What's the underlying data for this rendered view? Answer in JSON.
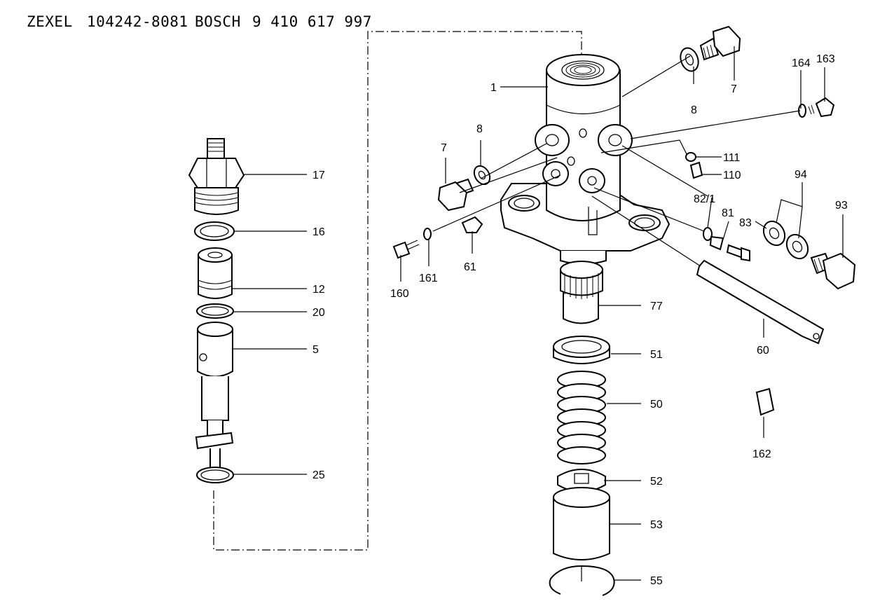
{
  "header": {
    "brand1": "ZEXEL",
    "part1": "104242-8081",
    "brand2": "BOSCH",
    "part2": "9 410 617 997"
  },
  "callouts": {
    "c1": "1",
    "c7a": "7",
    "c8a": "8",
    "c7b": "7",
    "c8b": "8",
    "c164": "164",
    "c163": "163",
    "c111": "111",
    "c110": "110",
    "c94": "94",
    "c93": "93",
    "c82_1": "82/1",
    "c81": "81",
    "c83": "83",
    "c160": "160",
    "c161": "161",
    "c61": "61",
    "c77": "77",
    "c60": "60",
    "c51": "51",
    "c50": "50",
    "c162": "162",
    "c52": "52",
    "c53": "53",
    "c55": "55",
    "c17": "17",
    "c16": "16",
    "c12": "12",
    "c20": "20",
    "c5": "5",
    "c25": "25"
  }
}
